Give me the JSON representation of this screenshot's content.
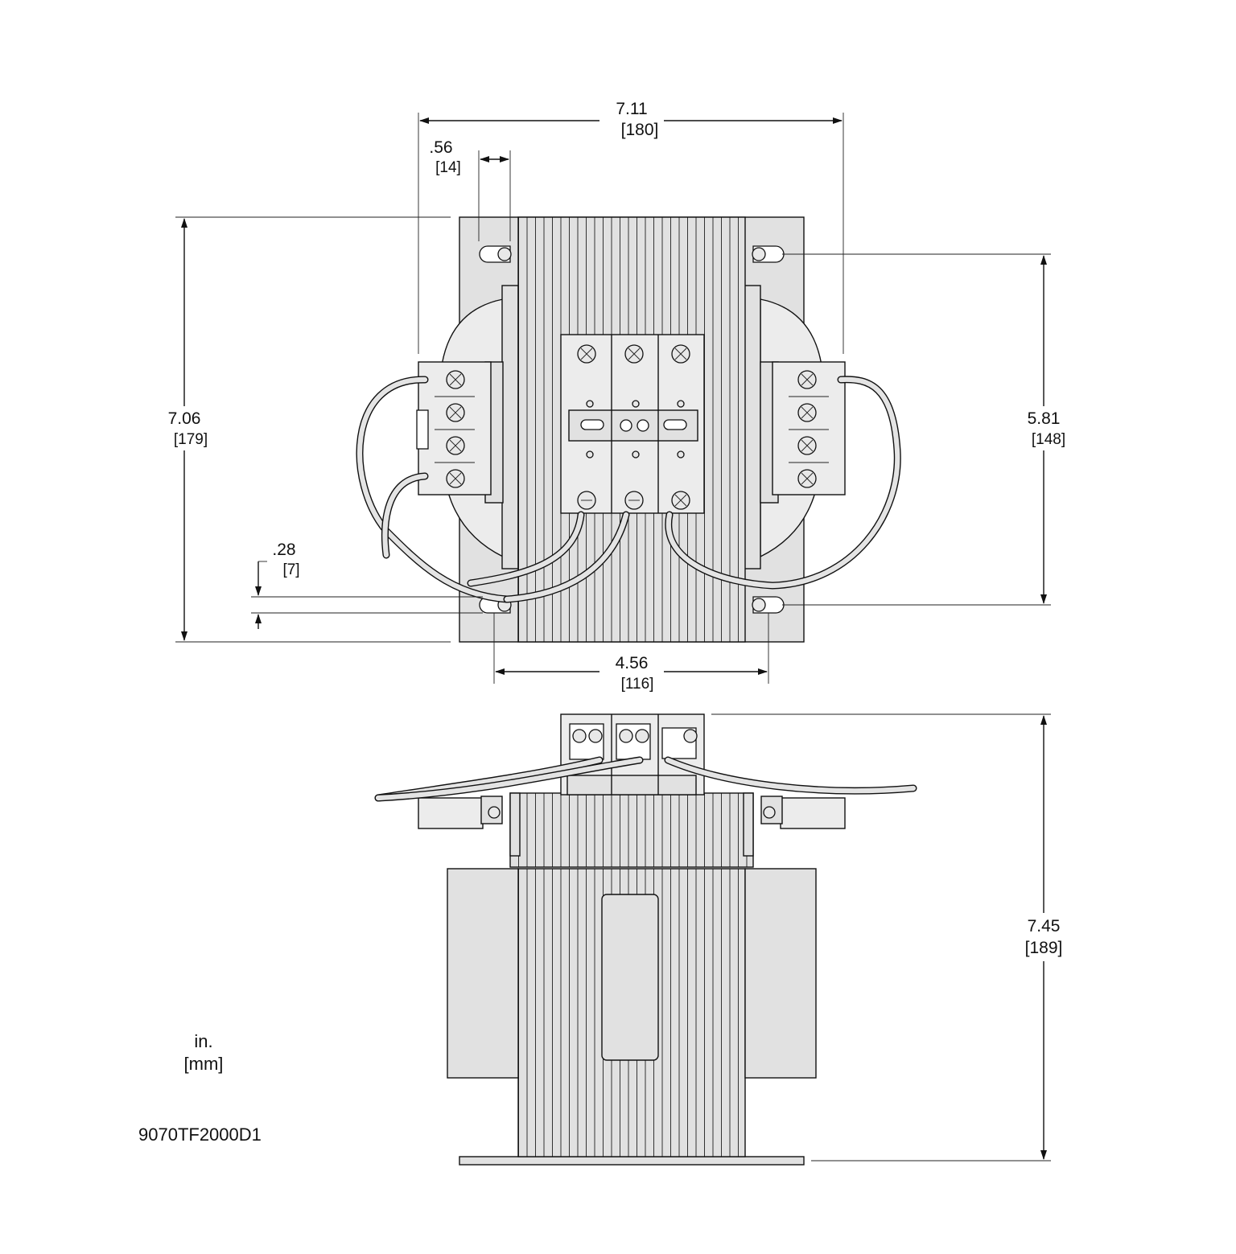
{
  "dimensions": {
    "top_width": {
      "in": "7.11",
      "mm": "[180]"
    },
    "mount_slot": {
      "in": ".56",
      "mm": "[14]"
    },
    "top_height": {
      "in": "7.06",
      "mm": "[179]"
    },
    "mount_spacing_vertical": {
      "in": "5.81",
      "mm": "[148]"
    },
    "slot_width": {
      "in": ".28",
      "mm": "[7]"
    },
    "mount_spacing_horizontal": {
      "in": "4.56",
      "mm": "[116]"
    },
    "overall_height": {
      "in": "7.45",
      "mm": "[189]"
    }
  },
  "units_legend": {
    "primary": "in.",
    "secondary": "[mm]"
  },
  "part_number": "9070TF2000D1",
  "colors": {
    "body": "#e1e1e1",
    "line": "#111111",
    "background": "#ffffff"
  }
}
